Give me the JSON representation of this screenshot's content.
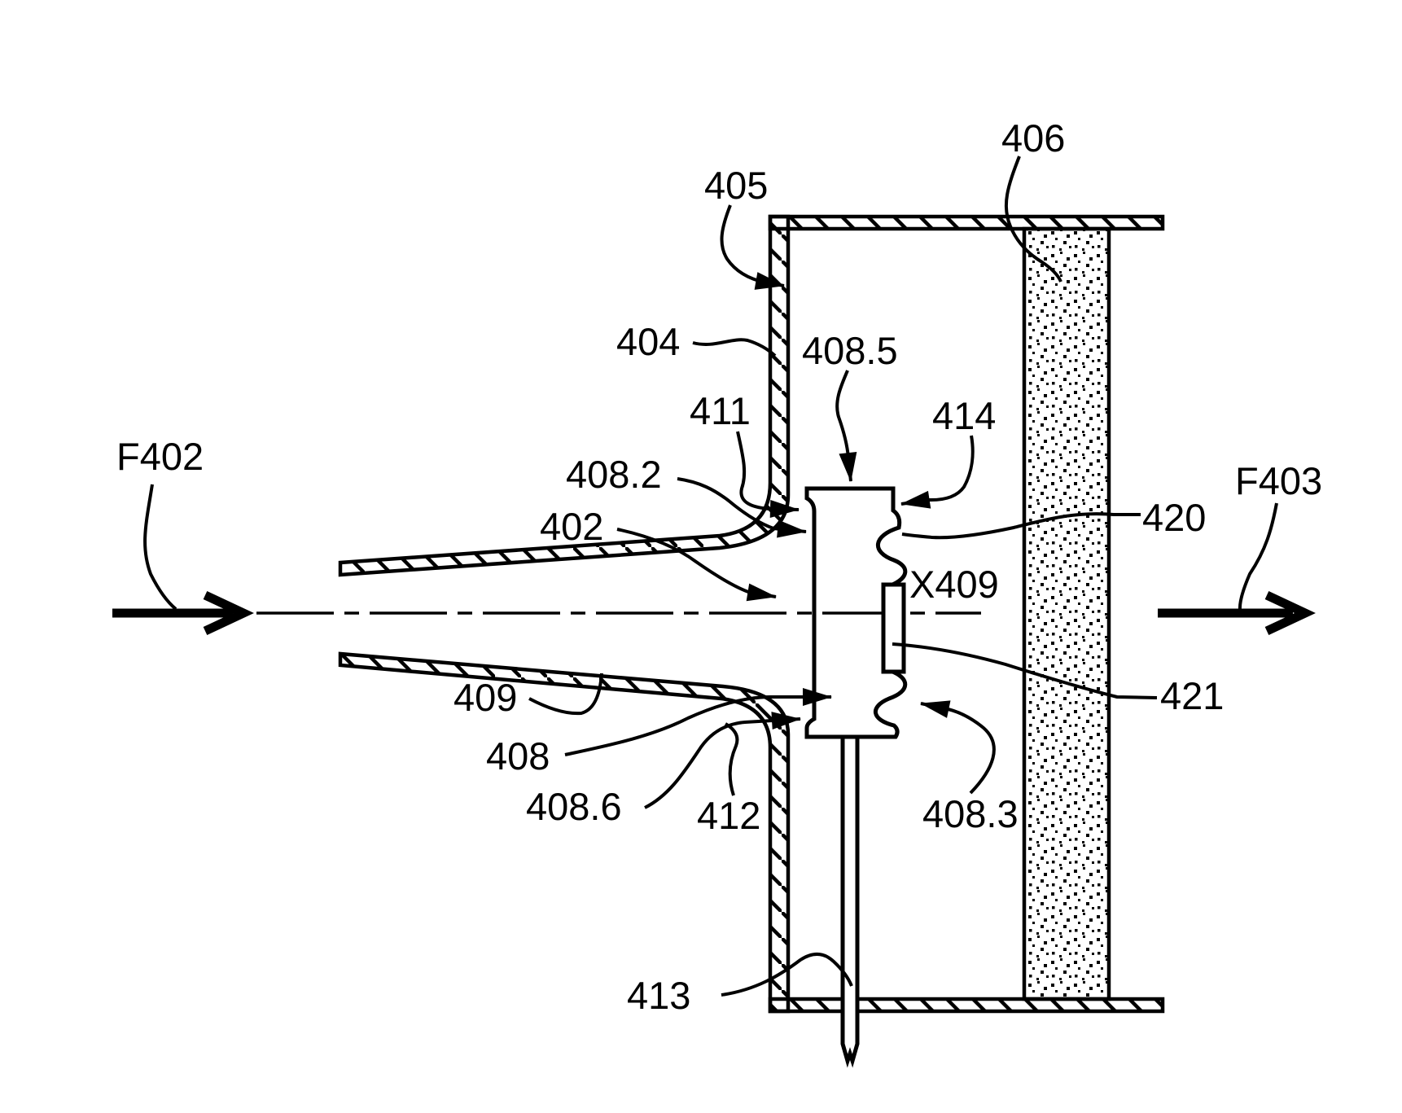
{
  "figure": {
    "background_color": "#ffffff",
    "line_color": "#000000",
    "flow_in_label": "F402",
    "flow_out_label": "F403",
    "labels": [
      {
        "id": "F402",
        "text": "F402"
      },
      {
        "id": "F403",
        "text": "F403"
      },
      {
        "id": "402",
        "text": "402"
      },
      {
        "id": "404",
        "text": "404"
      },
      {
        "id": "405",
        "text": "405"
      },
      {
        "id": "406",
        "text": "406"
      },
      {
        "id": "408",
        "text": "408"
      },
      {
        "id": "408.2",
        "text": "408.2"
      },
      {
        "id": "408.3",
        "text": "408.3"
      },
      {
        "id": "408.5",
        "text": "408.5"
      },
      {
        "id": "408.6",
        "text": "408.6"
      },
      {
        "id": "409",
        "text": "409"
      },
      {
        "id": "411",
        "text": "411"
      },
      {
        "id": "412",
        "text": "412"
      },
      {
        "id": "413",
        "text": "413"
      },
      {
        "id": "414",
        "text": "414"
      },
      {
        "id": "420",
        "text": "420"
      },
      {
        "id": "421",
        "text": "421"
      },
      {
        "id": "X409",
        "text": "X409"
      }
    ]
  }
}
